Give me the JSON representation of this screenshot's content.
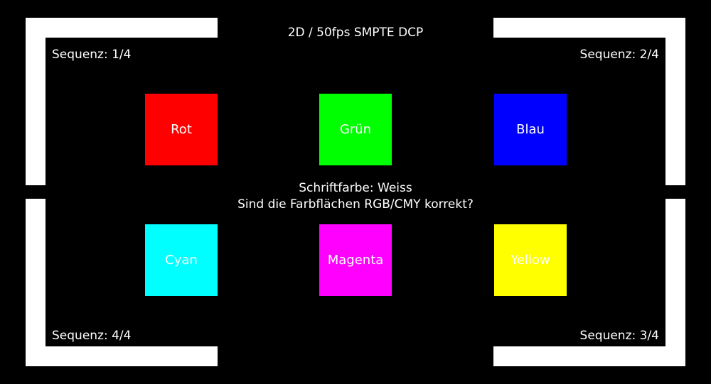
{
  "title": "2D / 50fps SMPTE DCP",
  "corners": {
    "top_left": "Sequenz: 1/4",
    "top_right": "Sequenz: 2/4",
    "bottom_right": "Sequenz: 3/4",
    "bottom_left": "Sequenz: 4/4"
  },
  "swatches": [
    {
      "label": "Rot",
      "color": "#ff0000"
    },
    {
      "label": "Grün",
      "color": "#00ff00"
    },
    {
      "label": "Blau",
      "color": "#0000ff"
    },
    {
      "label": "Cyan",
      "color": "#00ffff"
    },
    {
      "label": "Magenta",
      "color": "#ff00ff"
    },
    {
      "label": "Yellow",
      "color": "#ffff00"
    }
  ],
  "message": {
    "line1": "Schriftfarbe: Weiss",
    "line2": "Sind die Farbflächen RGB/CMY korrekt?"
  }
}
